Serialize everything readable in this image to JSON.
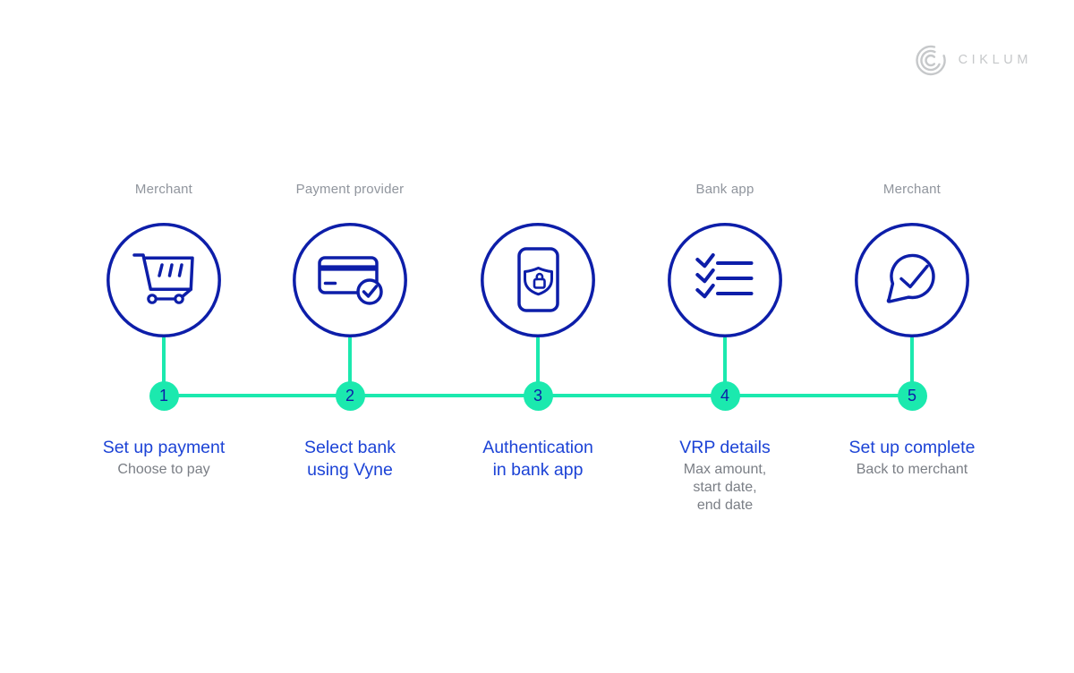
{
  "logo": {
    "brand": "CIKLUM",
    "mark": "ciklum-arcs-logo"
  },
  "colors": {
    "navy": "#0d1ea9",
    "title_blue": "#1c43d6",
    "green": "#1be9ae",
    "actor_gray": "#90959d",
    "subtitle_gray": "#7a7e85",
    "logo_gray": "#c6c8ca",
    "white": "#ffffff"
  },
  "timeline": {
    "step_count": 5
  },
  "steps": [
    {
      "number": "1",
      "actor": "Merchant",
      "icon": "shopping-cart-icon",
      "title": "Set up payment",
      "subtitle": "Choose to pay"
    },
    {
      "number": "2",
      "actor": "Payment provider",
      "icon": "credit-card-check-icon",
      "title": "Select bank\nusing Vyne",
      "subtitle": ""
    },
    {
      "number": "3",
      "actor": "",
      "icon": "phone-shield-lock-icon",
      "title": "Authentication\nin bank app",
      "subtitle": ""
    },
    {
      "number": "4",
      "actor": "Bank app",
      "icon": "checklist-icon",
      "title": "VRP details",
      "subtitle": "Max amount,\nstart date,\nend date"
    },
    {
      "number": "5",
      "actor": "Merchant",
      "icon": "speech-bubble-check-icon",
      "title": "Set up complete",
      "subtitle": "Back to merchant"
    }
  ]
}
